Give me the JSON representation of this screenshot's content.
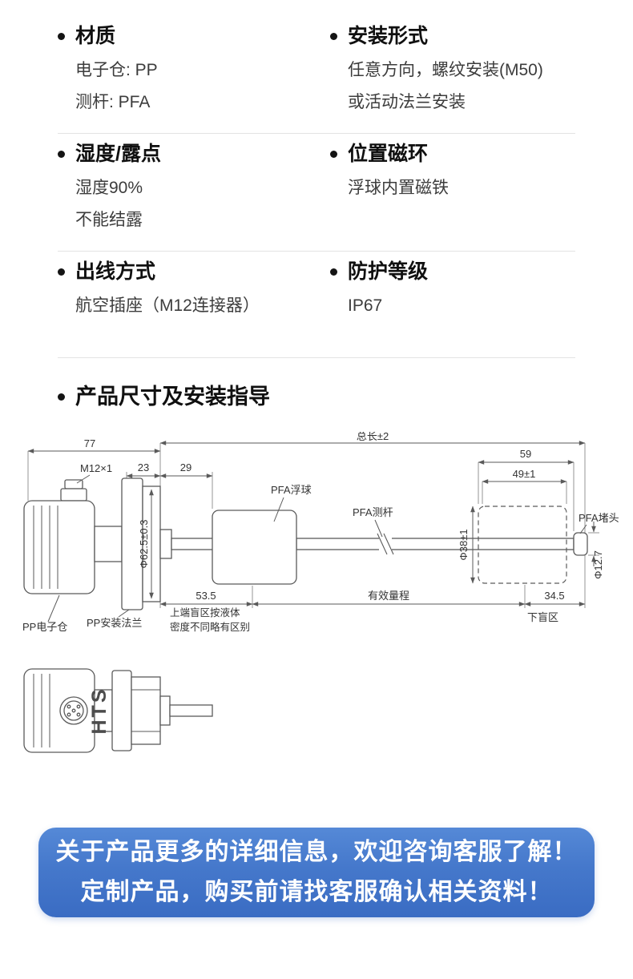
{
  "specs": {
    "rows": [
      {
        "left": {
          "title": "材质",
          "lines": [
            "电子仓: PP",
            "测杆: PFA"
          ]
        },
        "right": {
          "title": "安装形式",
          "lines": [
            "任意方向，螺纹安装(M50)",
            "或活动法兰安装"
          ]
        }
      },
      {
        "left": {
          "title": "湿度/露点",
          "lines": [
            "湿度90%",
            "不能结露"
          ]
        },
        "right": {
          "title": "位置磁环",
          "lines": [
            "浮球内置磁铁"
          ]
        }
      },
      {
        "left": {
          "title": "出线方式",
          "lines": [
            "航空插座（M12连接器）"
          ]
        },
        "right": {
          "title": "防护等级",
          "lines": [
            "IP67"
          ]
        }
      }
    ]
  },
  "section": {
    "title": "产品尺寸及安装指导"
  },
  "diagram": {
    "dims": {
      "width_77": "77",
      "total_length": "总长±2",
      "thread_m12": "M12×1",
      "dim_23": "23",
      "dim_29": "29",
      "dim_59": "59",
      "dim_49": "49±1",
      "dia_38": "Φ38±1",
      "dia_62_5": "Φ62.5±0.3",
      "dia_12_7": "Φ12.7",
      "dim_53_5": "53.5",
      "effective_range": "有效量程",
      "dim_34_5": "34.5"
    },
    "labels": {
      "float": "PFA浮球",
      "rod": "PFA测杆",
      "plug": "PFA堵头",
      "housing": "PP电子仓",
      "flange": "PP安装法兰",
      "blind_top_1": "上端盲区按液体",
      "blind_top_2": "密度不同略有区别",
      "blind_bottom": "下盲区",
      "brand": "HTS"
    }
  },
  "banner": {
    "line1": "关于产品更多的详细信息，欢迎咨询客服了解！",
    "line2": "定制产品，购买前请找客服确认相关资料！",
    "bg_top": "#5589d7",
    "bg_bottom": "#3a6cc3",
    "text_color": "#ffffff"
  }
}
